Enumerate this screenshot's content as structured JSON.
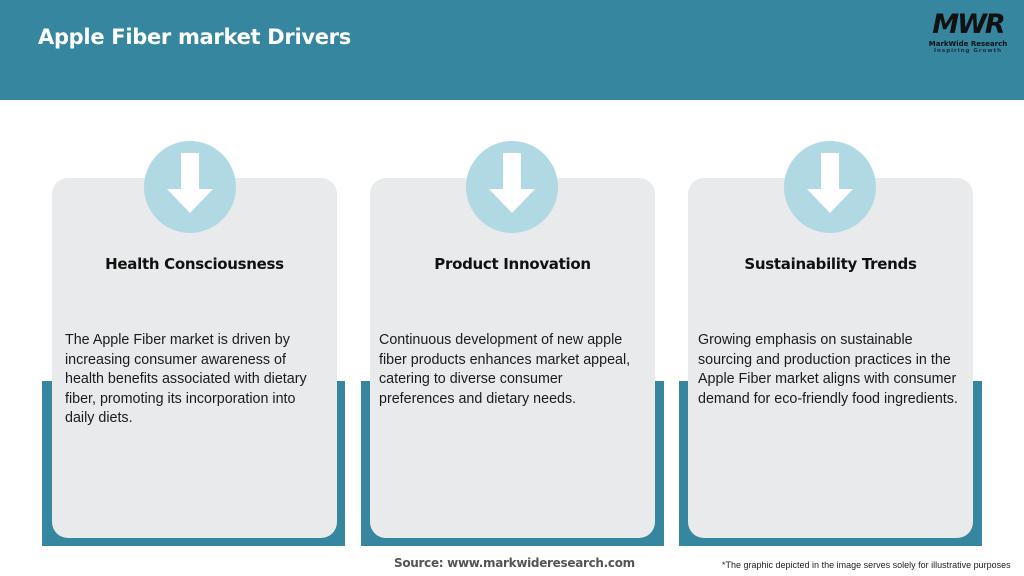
{
  "header": {
    "title": "Apple Fiber market Drivers",
    "background_color": "#35869e",
    "logo": {
      "mark": "MWR",
      "name": "MarkWide Research",
      "tagline": "Inspiring Growth"
    }
  },
  "cards": [
    {
      "icon": "arrow-down-icon",
      "title": "Health Consciousness",
      "text": "The Apple Fiber market is driven by increasing consumer awareness of health benefits associated with dietary fiber, promoting its incorporation into daily diets."
    },
    {
      "icon": "arrow-down-icon",
      "title": "Product Innovation",
      "text": "Continuous development of new apple fiber products enhances market appeal, catering to diverse consumer preferences and dietary needs."
    },
    {
      "icon": "arrow-down-icon",
      "title": "Sustainability Trends",
      "text": "Growing emphasis on sustainable sourcing and production practices in the Apple Fiber market aligns with consumer demand for eco-friendly food ingredients."
    }
  ],
  "colors": {
    "accent": "#35869e",
    "card_bg": "#e8eaeb",
    "icon_circle": "#b1d9e4"
  },
  "footer": {
    "source": "Source: www.markwideresearch.com",
    "disclaimer": "*The graphic depicted in the image serves solely for illustrative purposes"
  }
}
